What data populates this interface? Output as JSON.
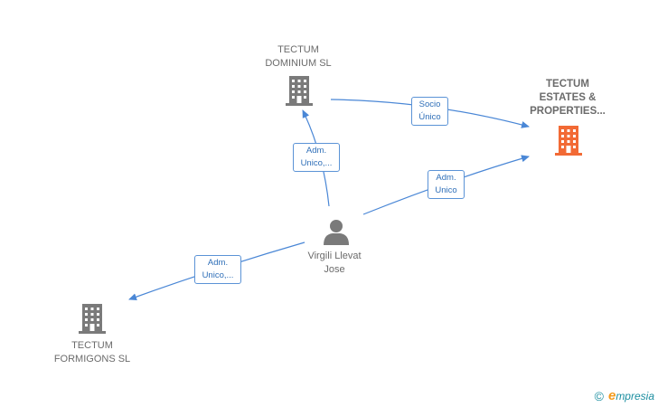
{
  "nodes": {
    "dominium": {
      "line1": "TECTUM",
      "line2": "DOMINIUM  SL"
    },
    "estates": {
      "line1": "TECTUM",
      "line2": "ESTATES &",
      "line3": "PROPERTIES..."
    },
    "formigons": {
      "line1": "TECTUM",
      "line2": "FORMIGONS  SL"
    },
    "person": {
      "line1": "Virgili Llevat",
      "line2": "Jose"
    }
  },
  "edges": {
    "socio": {
      "line1": "Socio",
      "line2": "Único"
    },
    "adm_dominium": {
      "line1": "Adm.",
      "line2": "Unico,..."
    },
    "adm_estates": {
      "line1": "Adm.",
      "line2": "Unico"
    },
    "adm_formigons": {
      "line1": "Adm.",
      "line2": "Unico,..."
    }
  },
  "colors": {
    "building": "#7a7a7a",
    "highlight": "#f26a35",
    "edge": "#4a87d6",
    "person": "#7a7a7a"
  },
  "icons": {
    "company": "building-icon",
    "person": "person-icon"
  },
  "brand": {
    "copyright": "©",
    "initial": "e",
    "name": "mpresia"
  }
}
